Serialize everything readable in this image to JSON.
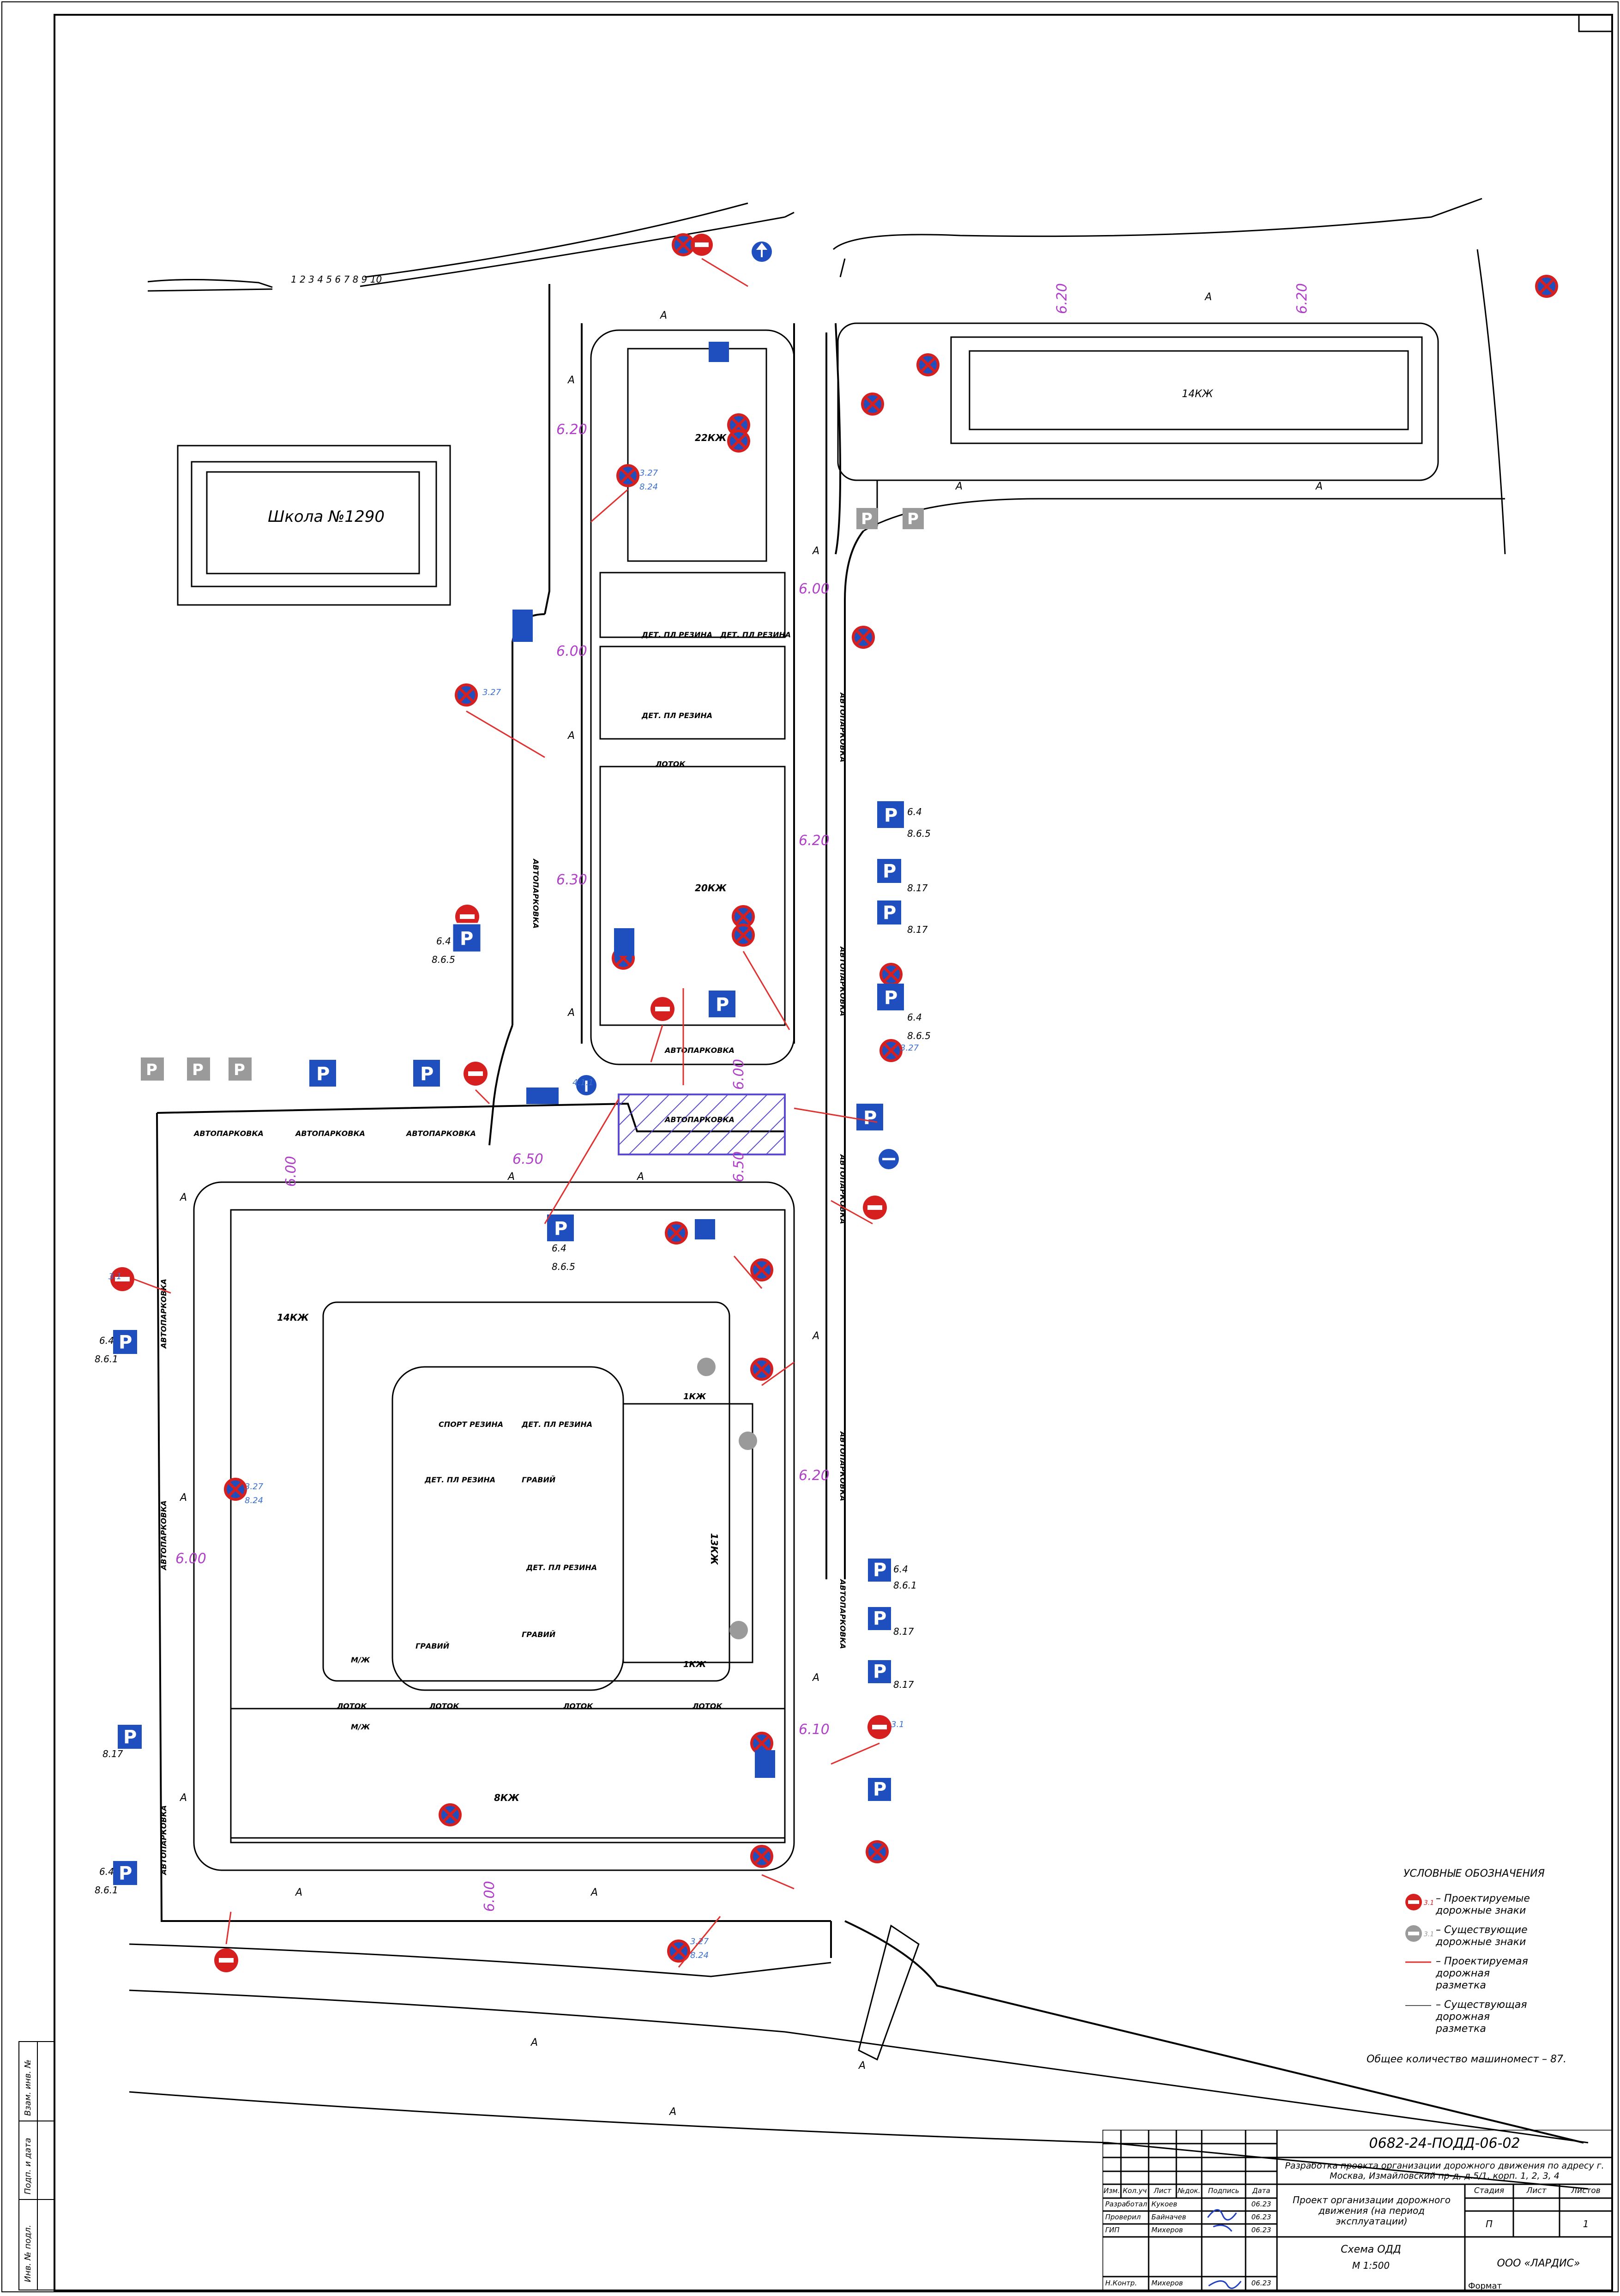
{
  "plan": {
    "school_label": "Школа №1290",
    "building_labels": [
      "22КЖ",
      "20КЖ",
      "14КЖ",
      "14КЖ",
      "13КЖ",
      "8КЖ",
      "1КЖ",
      "1КЖ"
    ],
    "zone_labels": {
      "playground": "ДЕТ. ПЛ РЕЗИНА",
      "sports": "СПОРТ РЕЗИНА",
      "gravel": "ГРАВИЙ",
      "parking": "АВТОПАРКОВКА",
      "lotok": "ЛОТОК",
      "mzh": "М/Ж"
    },
    "road_widths": [
      "6.20",
      "6.00",
      "6.30",
      "6.20",
      "6.00",
      "6.20",
      "6.00",
      "6.50",
      "6.50",
      "6.00",
      "6.00",
      "6.10",
      "6.00",
      "6.20",
      "6.20"
    ],
    "sign_codes": [
      "6.4",
      "8.6.5",
      "8.17",
      "8.6.1",
      "3.27",
      "8.24",
      "3.1",
      "4.1.1"
    ],
    "walk_marker": "А",
    "colors": {
      "proposed_sign_red": "#d62020",
      "proposed_sign_blue": "#1f4fbf",
      "existing_grey": "#9a9a9a",
      "marking_red": "#e03030",
      "dim_magenta": "#b040c8",
      "line": "#000000",
      "hatch": "#5a4bd0"
    }
  },
  "legend": {
    "title": "УСЛОВНЫЕ ОБОЗНАЧЕНИЯ",
    "items": [
      {
        "code": "3.1",
        "text": "– Проектируемые дорожные знаки"
      },
      {
        "code": "3.1",
        "text": "– Существующие дорожные знаки"
      },
      {
        "text": "– Проектируемая дорожная разметка"
      },
      {
        "text": "– Существующая дорожная разметка"
      }
    ],
    "total": "Общее количество машиномест – 87."
  },
  "side_stamp": {
    "labels": [
      "Взам. инв. №",
      "Подп. и дата",
      "Инв. № подл."
    ]
  },
  "title_block": {
    "code": "0682-24-ПОДД-06-02",
    "project": "Разработка проекта организации дорожного движения по адресу г. Москва, Измайловский пр-д, д.5/1, корп. 1, 2, 3, 4",
    "headers": [
      "Изм.",
      "Кол.уч",
      "Лист",
      "№док.",
      "Подпись",
      "Дата"
    ],
    "rows": [
      {
        "role": "Разработал",
        "name": "Кукоев",
        "date": "06.23"
      },
      {
        "role": "Проверил",
        "name": "Байначев",
        "date": "06.23"
      },
      {
        "role": "ГИП",
        "name": "Михеров",
        "date": "06.23"
      },
      {
        "role": "",
        "name": "",
        "date": ""
      },
      {
        "role": "Н.Контр.",
        "name": "Михеров",
        "date": "06.23"
      }
    ],
    "doc_title": "Проект организации дорожного движения (на период эксплуатации)",
    "stage_header": "Стадия",
    "sheet_header": "Лист",
    "sheets_header": "Листов",
    "stage": "П",
    "sheet": "",
    "sheets": "1",
    "drawing_title": "Схема ОДД",
    "scale": "М 1:500",
    "company": "ООО «ЛАРДИС»",
    "format_label": "Формат"
  }
}
